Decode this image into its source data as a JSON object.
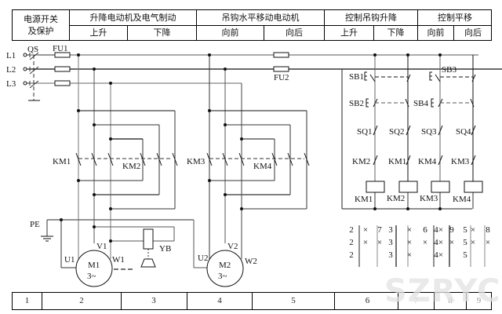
{
  "header": {
    "power": "电源开关\n及保护",
    "power_line1": "电源开关",
    "power_line2": "及保护",
    "groups": [
      {
        "title": "升降电动机及电气制动",
        "subs": [
          "上升",
          "下降"
        ]
      },
      {
        "title": "吊钩水平移动电动机",
        "subs": [
          "向前",
          "向后"
        ]
      },
      {
        "title": "控制吊钩升降",
        "subs": [
          "上升",
          "下降"
        ]
      },
      {
        "title": "控制平移",
        "subs": [
          "向前",
          "向后"
        ]
      }
    ]
  },
  "labels": {
    "L1": "L1",
    "L2": "L2",
    "L3": "L3",
    "QS": "QS",
    "FU1": "FU1",
    "FU2": "FU2",
    "KM1": "KM1",
    "KM2": "KM2",
    "KM3": "KM3",
    "KM4": "KM4",
    "PE": "PE",
    "M1": "M1",
    "M2": "M2",
    "phase": "3~",
    "U1": "U1",
    "V1": "V1",
    "W1": "W1",
    "U2": "U2",
    "V2": "V2",
    "W2": "W2",
    "YB": "YB",
    "SB1": "SB1",
    "SB2": "SB2",
    "SB3": "SB3",
    "SB4": "SB4",
    "SQ1": "SQ1",
    "SQ2": "SQ2",
    "SQ3": "SQ3",
    "SQ4": "SQ4",
    "interlock": [
      "KM2",
      "KM1",
      "KM4",
      "KM3"
    ],
    "coils": [
      "KM1",
      "KM2",
      "KM3",
      "KM4"
    ]
  },
  "contact_table": {
    "columns": [
      {
        "left": [
          "2",
          "2",
          "2"
        ],
        "right": [
          "×",
          "×",
          ""
        ]
      },
      {
        "left": [
          "7",
          "×",
          ""
        ],
        "right": [
          "3",
          "3",
          "3"
        ]
      },
      {
        "left": [
          "×",
          "×",
          "×"
        ],
        "right": [
          "6",
          "×",
          ""
        ]
      },
      {
        "left": [
          "4",
          "4",
          "4"
        ],
        "right": [
          "×",
          "×",
          "×"
        ]
      },
      {
        "left": [
          "9",
          "×",
          ""
        ],
        "right": [
          "5",
          "5",
          "5"
        ]
      },
      {
        "left": [
          "×",
          "×",
          ""
        ],
        "right": [
          "8",
          "×",
          ""
        ]
      }
    ]
  },
  "footer": {
    "zones": [
      "1",
      "2",
      "3",
      "4",
      "5",
      "6",
      "7",
      "8",
      "9"
    ]
  },
  "watermark": "SZRYC"
}
